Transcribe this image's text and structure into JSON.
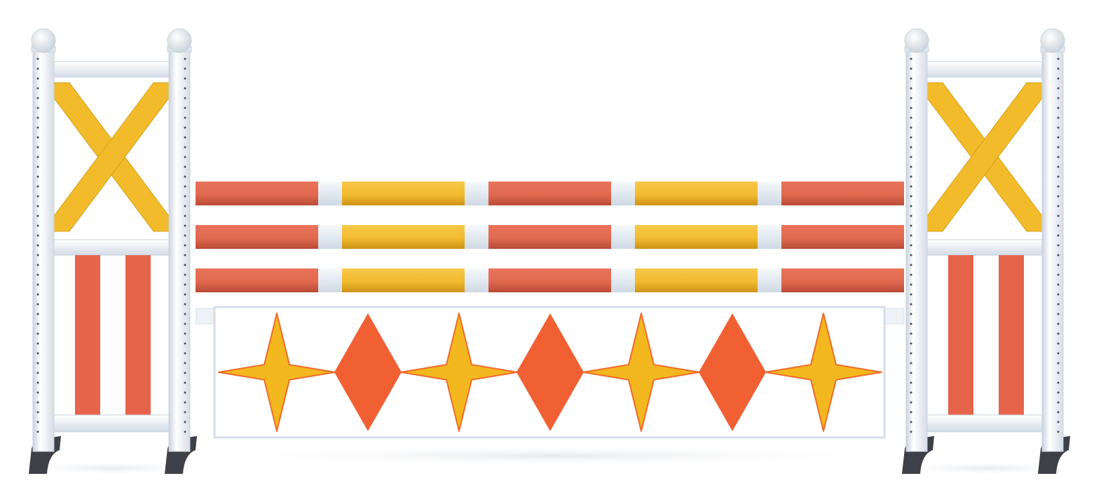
{
  "scene": {
    "subject": "show-jumping-fence",
    "colors": {
      "background": "#ffffff",
      "post": "#e9eef4",
      "post_shadow": "#c9d3de",
      "post_highlight": "#ffffff",
      "hole": "#4a4f57",
      "foot": "#3d4046",
      "cross_yellow": "#f2bb2b",
      "cross_yellow_shade": "#d99e17",
      "stripe_red": "#e5644a",
      "rail_red": "#e06a50",
      "rail_red_shade": "#c24f38",
      "rail_yellow": "#f4bd33",
      "rail_yellow_shade": "#d39b1a",
      "rail_sleeve": "#e7eef5",
      "plank_border": "#d6dee8",
      "star_fill": "#f3b81f",
      "star_edge": "#f06a2a",
      "diamond_fill": "#f06033",
      "ground_shadow": "#e8eaee"
    },
    "rail_pattern": [
      "red",
      "yellow",
      "red",
      "yellow",
      "red"
    ],
    "rail_count": 3,
    "plank_pattern": [
      "star",
      "diamond",
      "star",
      "diamond",
      "star",
      "diamond",
      "star"
    ],
    "wing_stripes": 2
  }
}
